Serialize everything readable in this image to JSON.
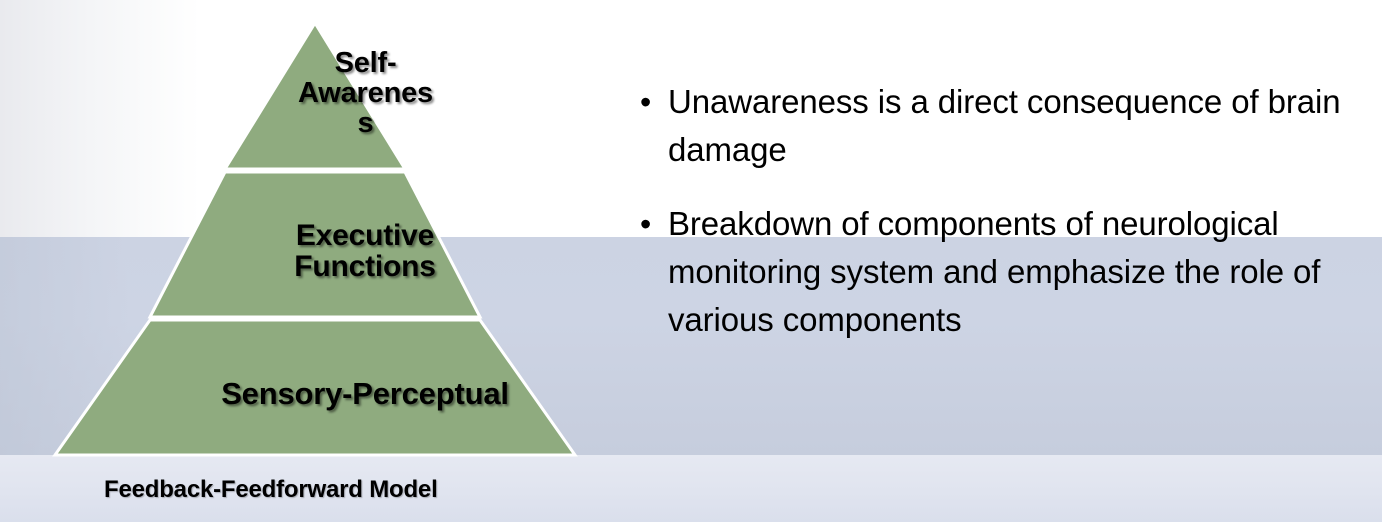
{
  "slide": {
    "title": "Feedback-Feedforward Model",
    "background": {
      "top_color": "#ffffff",
      "mid_color": "#cdd4e4",
      "bottom_color": "#e2e6f0"
    }
  },
  "pyramid": {
    "caption": "Feedback-Feedforward Model",
    "fill_color": "#8fab7f",
    "divider_color": "#ffffff",
    "tiers": [
      {
        "id": "self-awareness",
        "label": "Self-\nAwarenes\ns",
        "plain_label": "Self-Awareness",
        "level": 3
      },
      {
        "id": "executive-functions",
        "label": "Executive\nFunctions",
        "plain_label": "Executive Functions",
        "level": 2
      },
      {
        "id": "sensory-perceptual",
        "label": "Sensory-Perceptual",
        "plain_label": "Sensory-Perceptual",
        "level": 1
      }
    ]
  },
  "bullets": {
    "marker": "•",
    "items": [
      {
        "text": "Unawareness is a direct consequence of brain damage"
      },
      {
        "text": "Breakdown of components of neurological monitoring system and emphasize the role of various components"
      }
    ]
  }
}
